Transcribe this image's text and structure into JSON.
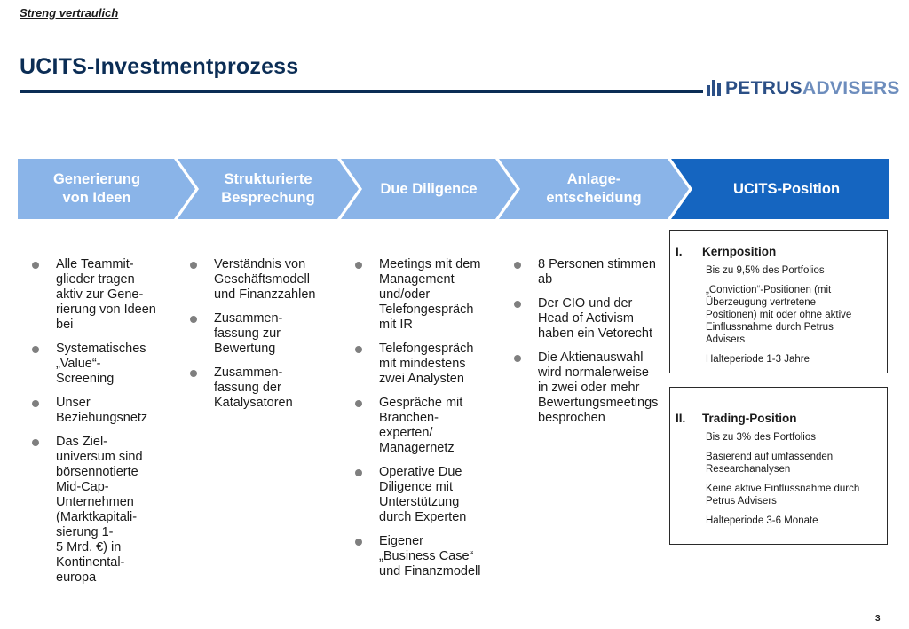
{
  "header": {
    "confidential": "Streng vertraulich",
    "title": "UCITS-Investmentprozess",
    "logo_bold": "PETRUS",
    "logo_light": "ADVISERS"
  },
  "process_steps": [
    {
      "label": "Generierung\nvon Ideen"
    },
    {
      "label": "Strukturierte\nBesprechung"
    },
    {
      "label": "Due Diligence"
    },
    {
      "label": "Anlage-\nentscheidung"
    },
    {
      "label": "UCITS-Position"
    }
  ],
  "columns": [
    {
      "items": [
        "Alle Teammit-\nglieder tragen\naktiv zur Gene-\nrierung von Ideen\nbei",
        "Systematisches\n„Value“-\nScreening",
        "Unser\nBeziehungsnetz",
        "Das Ziel-\nuniversum sind\nbörsennotierte\nMid-Cap-\nUnternehmen\n(Marktkapitali-\nsierung 1-\n5 Mrd. €) in\nKontinental-\neuropa"
      ]
    },
    {
      "items": [
        "Verständnis von\nGeschäftsmodell\nund Finanzzahlen",
        "Zusammen-\nfassung zur\nBewertung",
        "Zusammen-\nfassung der\nKatalysatoren"
      ]
    },
    {
      "items": [
        "Meetings mit dem\nManagement\nund/oder\nTelefongespräch\nmit IR",
        "Telefongespräch\nmit mindestens\nzwei Analysten",
        "Gespräche mit\nBranchen-\nexperten/\nManagernetz",
        "Operative Due\nDiligence mit\nUnterstützung\ndurch Experten",
        "Eigener\n„Business Case“\nund Finanzmodell"
      ]
    },
    {
      "items": [
        "8 Personen stimmen\nab",
        "Der CIO und der\nHead of Activism\nhaben ein Vetorecht",
        "Die Aktienauswahl\nwird normalerweise\nin zwei oder mehr\nBewertungsmeetings\nbesprochen"
      ]
    }
  ],
  "positions": [
    {
      "num": "I.",
      "title": "Kernposition",
      "items": [
        "Bis zu 9,5% des Portfolios",
        "„Conviction“-Positionen (mit\nÜberzeugung vertretene\nPositionen) mit oder ohne aktive\nEinflussnahme durch Petrus\nAdvisers",
        "Halteperiode 1-3 Jahre"
      ]
    },
    {
      "num": "II.",
      "title": "Trading-Position",
      "items": [
        "Bis zu 3% des Portfolios",
        "Basierend auf umfassenden\nResearchanalysen",
        "Keine aktive Einflussnahme durch\nPetrus Advisers",
        "Halteperiode 3-6 Monate"
      ]
    }
  ],
  "footer": {
    "page_number": "3"
  },
  "colors": {
    "chevron_light": "#8ab4e8",
    "chevron_dark": "#1565c0",
    "title": "#0b2d55",
    "bullet": "#7f7f7f"
  }
}
